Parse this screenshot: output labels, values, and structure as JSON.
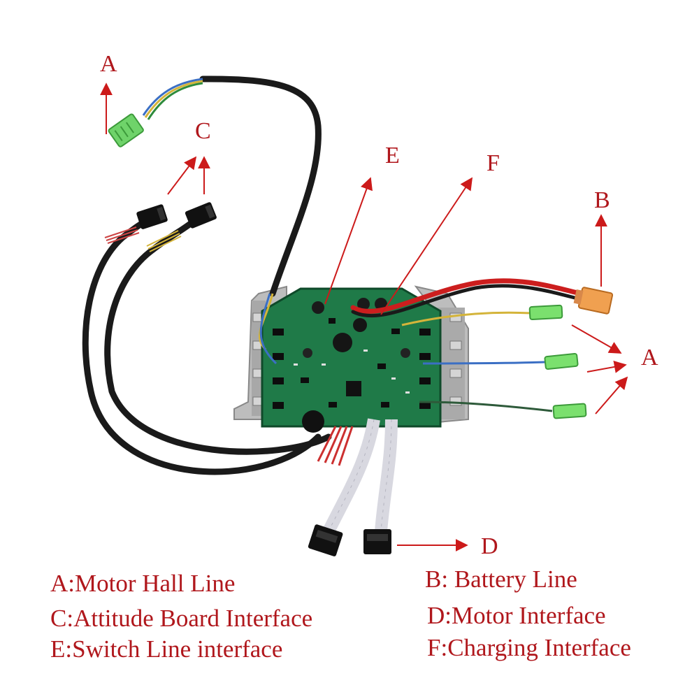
{
  "colors": {
    "label_red": "#b0171c",
    "arrow_red": "#cc1a1a",
    "pcb_green": "#1f7a48",
    "cable_black": "#1a1a1a",
    "connector_green": "#6fd36a",
    "connector_black": "#111111",
    "battery_connector": "#f0a050",
    "ribbon": "#d8d8e0",
    "heatsink": "#b8b8b8"
  },
  "labels": {
    "A1": "A",
    "A2": "A",
    "B": "B",
    "C": "C",
    "D": "D",
    "E": "E",
    "F": "F"
  },
  "legend": {
    "A": "A:Motor Hall Line",
    "B": "B: Battery Line",
    "C": "C:Attitude Board Interface",
    "D": "D:Motor Interface",
    "E": "E:Switch Line interface",
    "F": "F:Charging Interface"
  }
}
